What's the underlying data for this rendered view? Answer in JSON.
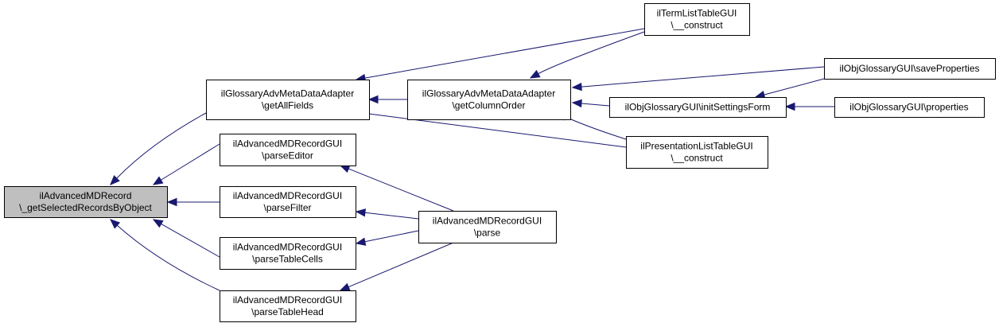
{
  "graph": {
    "colors": {
      "edge": "#191970",
      "root_fill": "#bfbfbf",
      "node_fill": "#ffffff",
      "node_border": "#000000"
    },
    "nodes": [
      {
        "id": "root",
        "lines": [
          "ilAdvancedMDRecord",
          "\\_getSelectedRecordsByObject"
        ]
      },
      {
        "id": "gama_getAllFields",
        "lines": [
          "ilGlossaryAdvMetaDataAdapter",
          "\\getAllFields"
        ]
      },
      {
        "id": "gui_parseEditor",
        "lines": [
          "ilAdvancedMDRecordGUI",
          "\\parseEditor"
        ]
      },
      {
        "id": "gui_parseFilter",
        "lines": [
          "ilAdvancedMDRecordGUI",
          "\\parseFilter"
        ]
      },
      {
        "id": "gui_parseTableCells",
        "lines": [
          "ilAdvancedMDRecordGUI",
          "\\parseTableCells"
        ]
      },
      {
        "id": "gui_parseTableHead",
        "lines": [
          "ilAdvancedMDRecordGUI",
          "\\parseTableHead"
        ]
      },
      {
        "id": "gama_getColumnOrder",
        "lines": [
          "ilGlossaryAdvMetaDataAdapter",
          "\\getColumnOrder"
        ]
      },
      {
        "id": "gui_parse",
        "lines": [
          "ilAdvancedMDRecordGUI",
          "\\parse"
        ]
      },
      {
        "id": "term_construct",
        "lines": [
          "ilTermListTableGUI",
          "\\__construct"
        ]
      },
      {
        "id": "og_initSettingsForm",
        "lines": [
          "ilObjGlossaryGUI\\initSettingsForm"
        ]
      },
      {
        "id": "pres_construct",
        "lines": [
          "ilPresentationListTableGUI",
          "\\__construct"
        ]
      },
      {
        "id": "og_saveProperties",
        "lines": [
          "ilObjGlossaryGUI\\saveProperties"
        ]
      },
      {
        "id": "og_properties",
        "lines": [
          "ilObjGlossaryGUI\\properties"
        ]
      }
    ],
    "edges": [
      {
        "from": "gama_getAllFields",
        "to": "root"
      },
      {
        "from": "gui_parseEditor",
        "to": "root"
      },
      {
        "from": "gui_parseFilter",
        "to": "root"
      },
      {
        "from": "gui_parseTableCells",
        "to": "root"
      },
      {
        "from": "gui_parseTableHead",
        "to": "root"
      },
      {
        "from": "gama_getColumnOrder",
        "to": "gama_getAllFields"
      },
      {
        "from": "term_construct",
        "to": "gama_getAllFields"
      },
      {
        "from": "pres_construct",
        "to": "gama_getAllFields"
      },
      {
        "from": "term_construct",
        "to": "gama_getColumnOrder"
      },
      {
        "from": "og_saveProperties",
        "to": "gama_getColumnOrder"
      },
      {
        "from": "og_initSettingsForm",
        "to": "gama_getColumnOrder"
      },
      {
        "from": "pres_construct",
        "to": "gama_getColumnOrder"
      },
      {
        "from": "og_saveProperties",
        "to": "og_initSettingsForm"
      },
      {
        "from": "og_properties",
        "to": "og_initSettingsForm"
      },
      {
        "from": "gui_parse",
        "to": "gui_parseEditor"
      },
      {
        "from": "gui_parse",
        "to": "gui_parseFilter"
      },
      {
        "from": "gui_parse",
        "to": "gui_parseTableCells"
      },
      {
        "from": "gui_parse",
        "to": "gui_parseTableHead"
      }
    ]
  }
}
